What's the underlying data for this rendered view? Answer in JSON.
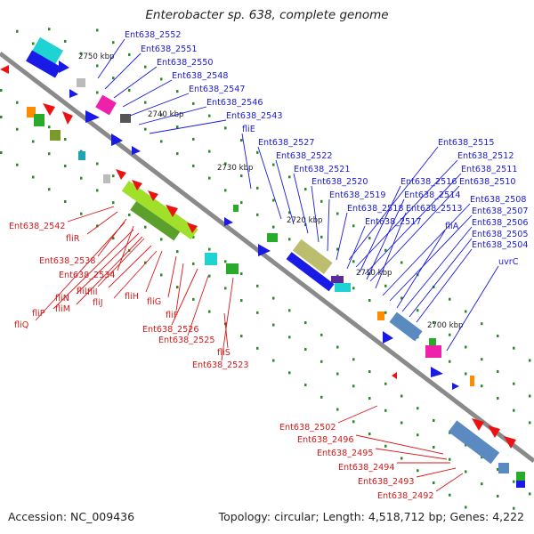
{
  "title": "Enterobacter sp. 638, complete genome",
  "footer": {
    "accession": "Accession: NC_009436",
    "stats": "Topology: circular; Length: 4,518,712 bp; Genes: 4,222"
  },
  "colors": {
    "forward_label": "#1a1adc",
    "reverse_label": "#d81818",
    "backbone": "#888888",
    "forward_gene": "#1a1ae6",
    "reverse_gene": "#ee1111"
  },
  "ticks": [
    "2750 kbp",
    "2740 kbp",
    "2730 kbp",
    "2720 kbp",
    "2710 kbp",
    "2700 kbp"
  ],
  "forward_labels": [
    "Ent638_2552",
    "Ent638_2551",
    "Ent638_2550",
    "Ent638_2548",
    "Ent638_2547",
    "Ent638_2546",
    "Ent638_2543",
    "fliE",
    "Ent638_2527",
    "Ent638_2522",
    "Ent638_2521",
    "Ent638_2520",
    "Ent638_2519",
    "Ent638_2518",
    "Ent638_2517",
    "Ent638_2515",
    "Ent638_2512",
    "Ent638_2511",
    "Ent638_2516",
    "Ent638_2510",
    "Ent638_2514",
    "Ent638_2513",
    "Ent638_2508",
    "Ent638_2507",
    "fliA",
    "Ent638_2506",
    "Ent638_2505",
    "Ent638_2504",
    "uvrC"
  ],
  "reverse_labels": [
    "Ent638_2542",
    "fliR",
    "Ent638_2538",
    "Ent638_2534",
    "fliN",
    "fliL",
    "fliI",
    "fliH",
    "fliM",
    "fliJ",
    "fliP",
    "fliQ",
    "fliG",
    "fliF",
    "Ent638_2526",
    "Ent638_2525",
    "fliS",
    "Ent638_2523",
    "Ent638_2502",
    "Ent638_2496",
    "Ent638_2495",
    "Ent638_2494",
    "Ent638_2493",
    "Ent638_2492"
  ]
}
